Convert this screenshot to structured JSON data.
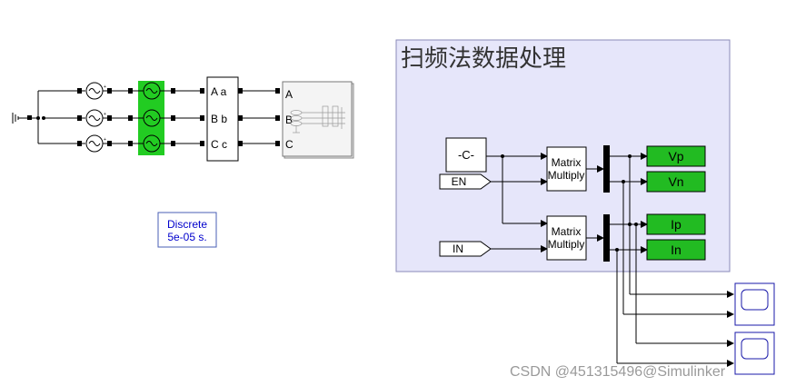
{
  "colors": {
    "subsystem_bg": "#e6e6fa",
    "subsystem_border": "#8a8ab8",
    "goto_green": "#22bb22",
    "source_green": "#22cc22",
    "wire": "#000000",
    "solver_text": "#0000cc",
    "solver_border": "#4a5fb5",
    "scope_border": "#1a1aaa"
  },
  "subsystem": {
    "title": "扫频法数据处理"
  },
  "blocks": {
    "constant": "-C-",
    "from_en": "EN",
    "from_in": "IN",
    "matrix_1_line1": "Matrix",
    "matrix_1_line2": "Multiply",
    "matrix_2_line1": "Matrix",
    "matrix_2_line2": "Multiply",
    "goto_vp": "Vp",
    "goto_vn": "Vn",
    "goto_ip": "Ip",
    "goto_in": "In"
  },
  "breaker": {
    "a": "A a",
    "b": "B b",
    "c": "C c"
  },
  "load": {
    "a": "A",
    "b": "B",
    "c": "C"
  },
  "solver": {
    "line1": "Discrete",
    "line2": "5e-05 s."
  },
  "watermark": "CSDN @451315496@Simulinker"
}
